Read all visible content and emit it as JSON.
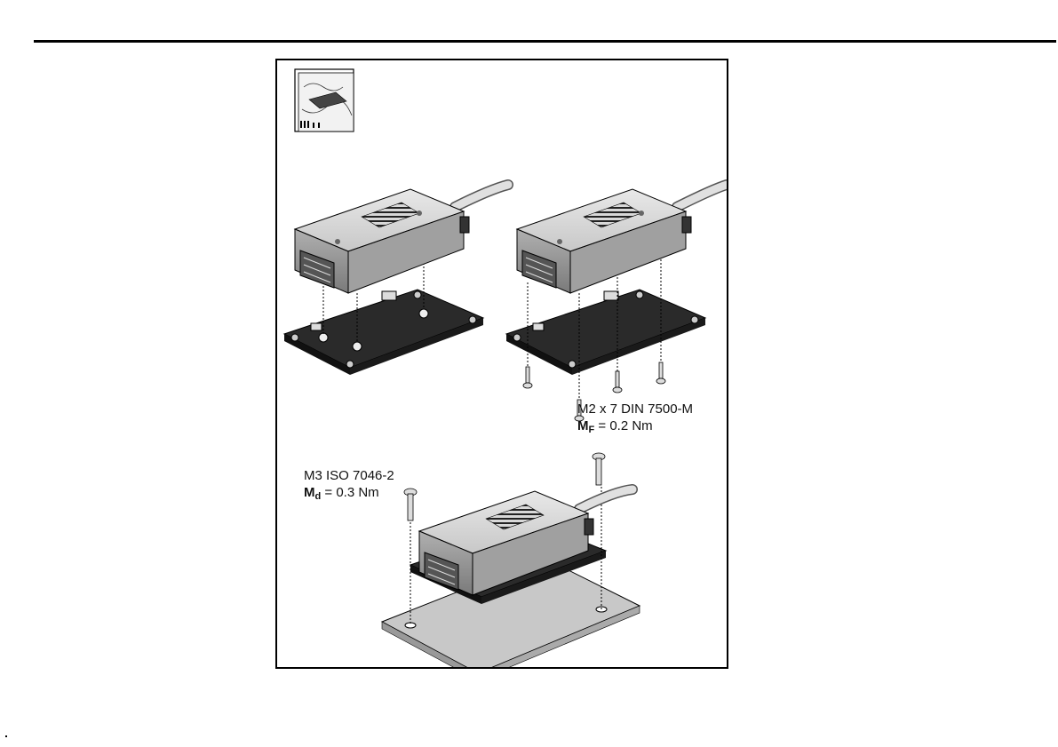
{
  "figure": {
    "label_screw_top": "M2 x 7 DIN 7500-M",
    "label_torque_top_symbol": "M",
    "label_torque_top_subscript": "F",
    "label_torque_top_value": " = 0.2 Nm",
    "label_screw_bottom": "M3 ISO 7046-2",
    "label_torque_bottom_symbol": "M",
    "label_torque_bottom_subscript": "d",
    "label_torque_bottom_value": " = 0.3 Nm"
  }
}
